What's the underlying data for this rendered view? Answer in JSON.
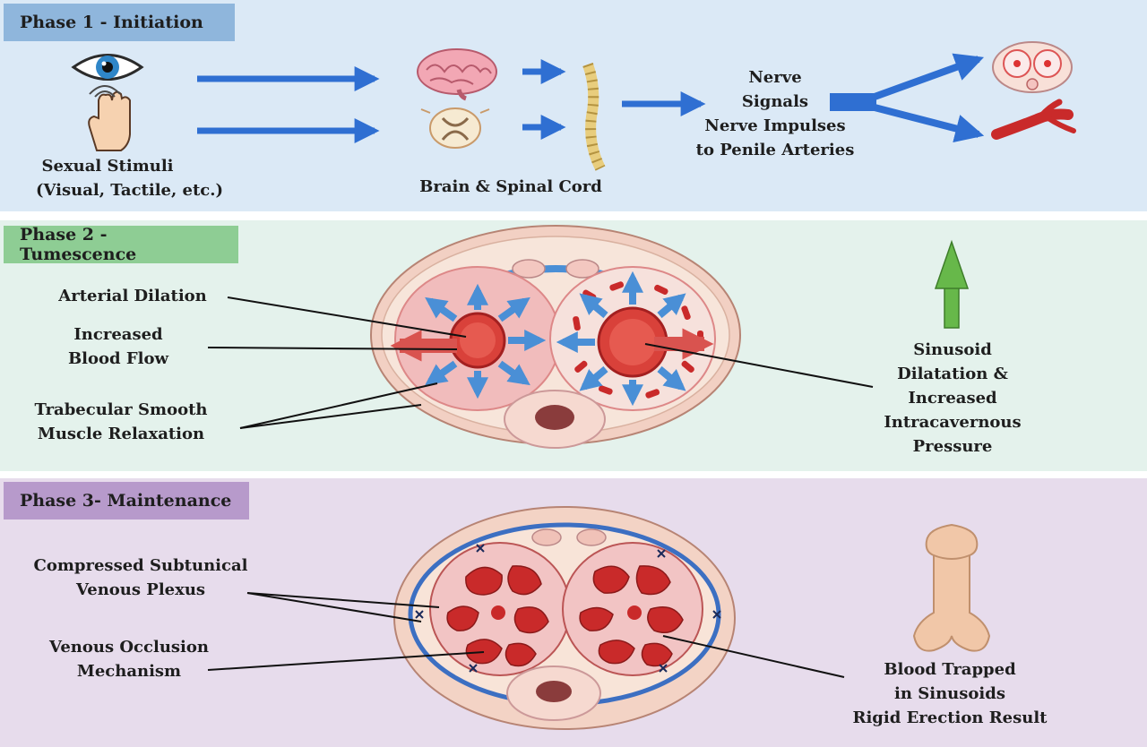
{
  "phase1": {
    "title": "Phase 1 - Initiation",
    "stimuli_label": [
      "Sexual Stimuli",
      "(Visual, Tactile, etc.)"
    ],
    "brain_label": "Brain & Spinal Cord",
    "nerve_label": [
      "Nerve",
      "Signals",
      "Nerve Impulses",
      "to Penile Arteries"
    ]
  },
  "phase2": {
    "title": "Phase 2 - Tumescence",
    "labels": {
      "arterial": "Arterial Dilation",
      "flow": [
        "Increased",
        "Blood Flow"
      ],
      "trabecular": [
        "Trabecular Smooth",
        "Muscle Relaxation"
      ],
      "sinusoid": [
        "Sinusoid",
        "Dilatation &",
        "Increased",
        "Intracavernous",
        "Pressure"
      ]
    }
  },
  "phase3": {
    "title": "Phase 3- Maintenance",
    "labels": {
      "compressed": [
        "Compressed Subtunical",
        "Venous Plexus"
      ],
      "occlusion": [
        "Venous Occlusion",
        "Mechanism"
      ],
      "trapped": [
        "Blood Trapped",
        "in Sinusoids",
        "Rigid Erection Result"
      ]
    }
  },
  "icons": {
    "stimuli": [
      "eye-icon",
      "touch-hand-icon"
    ],
    "cns": [
      "brain-icon",
      "spinal-cord-section-icon",
      "spine-icon"
    ],
    "targets": [
      "penis-cross-section-icon",
      "artery-icon"
    ],
    "result": "erect-penis-icon"
  },
  "colors": {
    "phase1_bg": "#dbe9f6",
    "phase1_header": "#8fb6dc",
    "phase2_bg": "#e4f2ec",
    "phase2_header": "#8ecd94",
    "phase3_bg": "#e7dcec",
    "phase3_header": "#b79acb",
    "flow_arrow": "#2f6fd2",
    "pressure_arrow": "#59b23a",
    "blood": "#c92a2a",
    "tunica": "#f4dccd"
  }
}
